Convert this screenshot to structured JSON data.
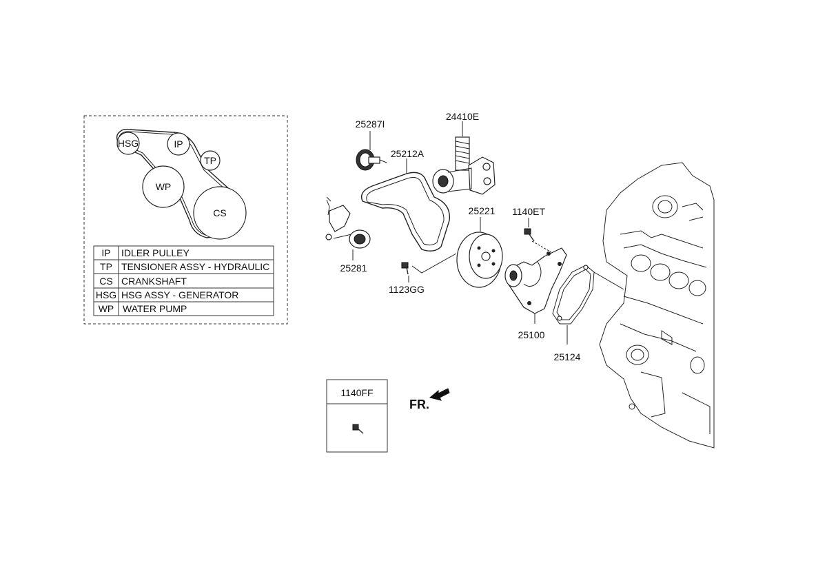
{
  "belt_layout": {
    "pulleys": {
      "hsg": "HSG",
      "ip": "IP",
      "tp": "TP",
      "wp": "WP",
      "cs": "CS"
    },
    "legend": [
      {
        "code": "IP",
        "description": "IDLER PULLEY"
      },
      {
        "code": "TP",
        "description": "TENSIONER ASSY - HYDRAULIC"
      },
      {
        "code": "CS",
        "description": "CRANKSHAFT"
      },
      {
        "code": "HSG",
        "description": "HSG ASSY - GENERATOR"
      },
      {
        "code": "WP",
        "description": "WATER PUMP"
      }
    ]
  },
  "callouts": {
    "p25287I": "25287I",
    "p24410E": "24410E",
    "p25212A": "25212A",
    "p25281": "25281",
    "p25221": "25221",
    "p1140ET": "1140ET",
    "p1123GG": "1123GG",
    "p25100": "25100",
    "p25124": "25124"
  },
  "bolt_box": {
    "part": "1140FF"
  },
  "direction": {
    "label": "FR."
  }
}
